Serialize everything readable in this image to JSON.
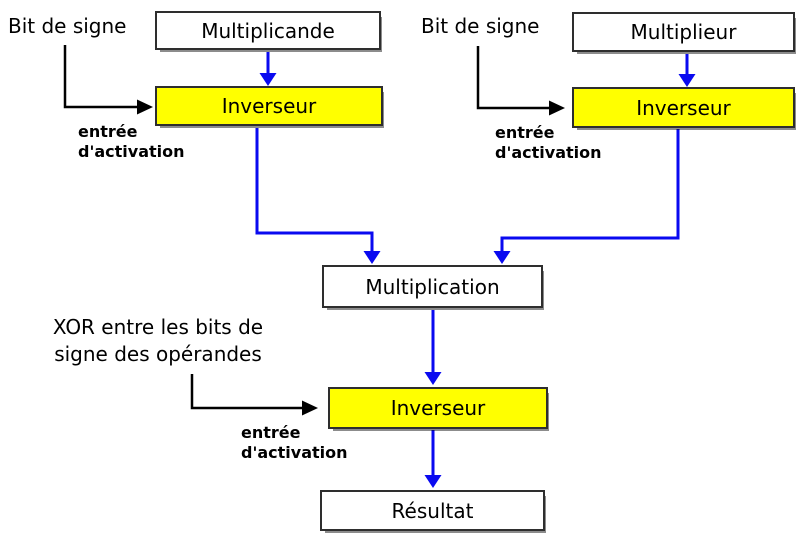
{
  "boxes": {
    "multiplicande": {
      "label": "Multiplicande",
      "fill": "#ffffff"
    },
    "inverseur_left": {
      "label": "Inverseur",
      "fill": "#ffff00"
    },
    "multiplieur": {
      "label": "Multiplieur",
      "fill": "#ffffff"
    },
    "inverseur_right": {
      "label": "Inverseur",
      "fill": "#ffff00"
    },
    "multiplication": {
      "label": "Multiplication",
      "fill": "#ffffff"
    },
    "inverseur_bottom": {
      "label": "Inverseur",
      "fill": "#ffff00"
    },
    "resultat": {
      "label": "Résultat",
      "fill": "#ffffff"
    }
  },
  "labels": {
    "sign_bit_left": "Bit de signe",
    "sign_bit_right": "Bit de signe",
    "xor": {
      "line1": "XOR entre les bits de",
      "line2": "signe des opérandes"
    },
    "activation_left": {
      "line1": "entrée",
      "line2": "d'activation"
    },
    "activation_right": {
      "line1": "entrée",
      "line2": "d'activation"
    },
    "activation_bottom": {
      "line1": "entrée",
      "line2": "d'activation"
    }
  },
  "colors": {
    "flow_arrow": "#0a0af0",
    "control_arrow": "#000000",
    "highlight_fill": "#ffff00",
    "box_fill": "#ffffff",
    "box_border": "#2e2e2e",
    "text": "#000000"
  }
}
